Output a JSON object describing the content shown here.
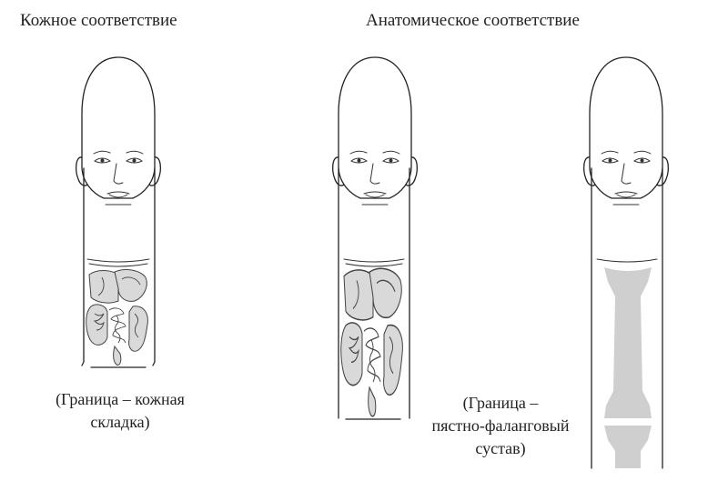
{
  "titles": {
    "skin": "Кожное соответствие",
    "anatomical": "Анатомическое соответствие"
  },
  "captions": {
    "skin_line1": "(Граница – кожная",
    "skin_line2": "складка)",
    "anat_line1": "(Граница –",
    "anat_line2": "пястно-фаланговый",
    "anat_line3": "сустав)"
  },
  "colors": {
    "line": "#222222",
    "organs_fill": "#d9d9d9",
    "bone_fill": "#cfcfcf"
  },
  "figures": [
    "finger-head-skin",
    "finger-head-organs-anatomical",
    "finger-head-bones-anatomical"
  ]
}
